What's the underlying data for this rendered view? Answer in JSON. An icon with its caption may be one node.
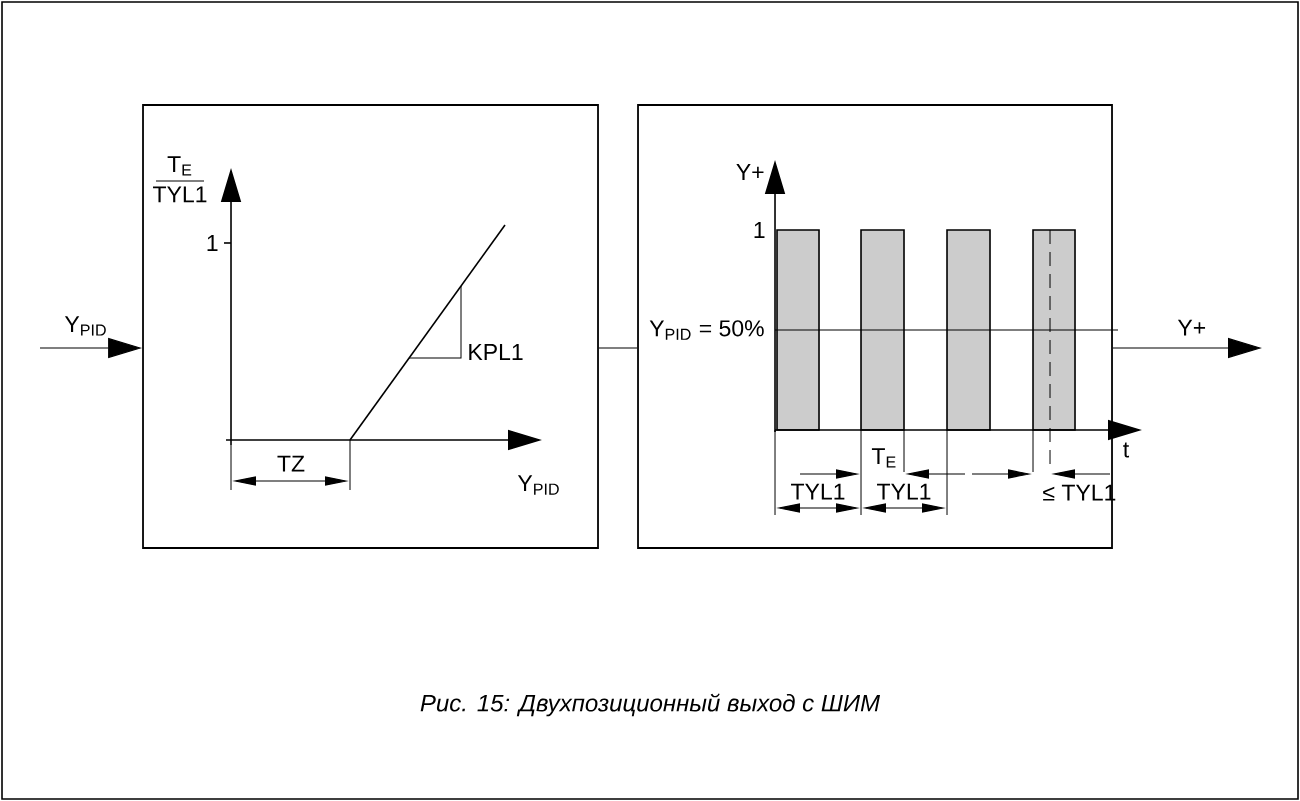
{
  "diagram": {
    "caption": "Рис. 15: Двухпозиционный выход с ШИМ",
    "nodes": [
      {
        "text": [],
        "shape": "box"
      },
      {
        "text": [],
        "shape": "box"
      }
    ],
    "edges": [
      {
        "from": null,
        "to": 0,
        "arrow": "to",
        "label": "Y$_{PID}$"
      },
      {
        "from": 0,
        "to": 1,
        "arrow": "none"
      },
      {
        "from": 1,
        "to": null,
        "arrow": "to",
        "label": "Y+"
      }
    ],
    "labels": [
      "T$_{E}$",
      "TYL1",
      "1",
      "KPL1",
      "TZ",
      "Y$_{PID}$",
      "Y+",
      "1",
      "Y$_{PID}$ = 50%",
      "T$_{E}$",
      "t",
      "TYL1",
      "TYL1",
      "≤ TYL1"
    ]
  }
}
